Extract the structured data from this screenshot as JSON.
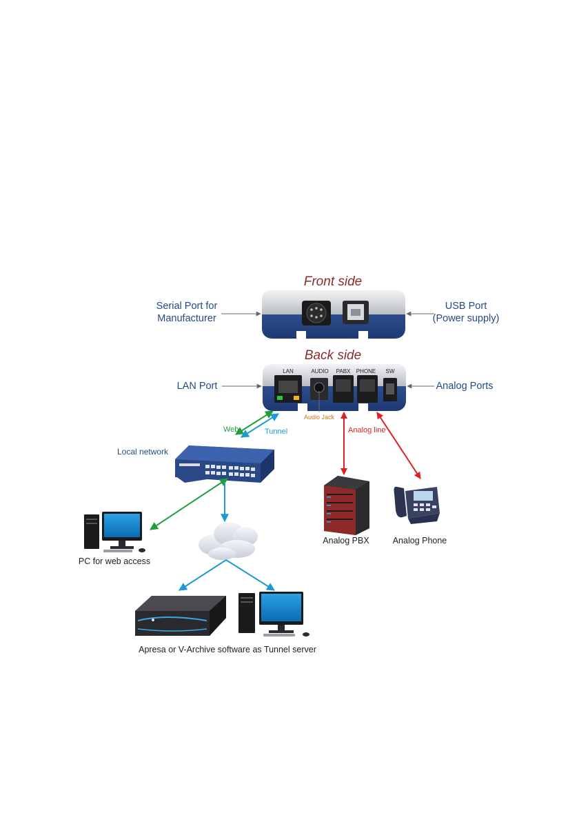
{
  "front": {
    "title": "Front side",
    "left_label": [
      "Serial Port for",
      "Manufacturer"
    ],
    "right_label": [
      "USB Port",
      "(Power supply)"
    ]
  },
  "back": {
    "title": "Back side",
    "left_label": "LAN Port",
    "right_label": "Analog Ports",
    "ports": [
      "LAN",
      "AUDIO",
      "PABX",
      "PHONE",
      "SW"
    ],
    "audio_jack": "Audio Jack"
  },
  "links": {
    "web": "Web",
    "tunnel": "Tunnel",
    "analog_line": "Analog line"
  },
  "nodes": {
    "local_network": "Local network",
    "pc_web": "PC for web access",
    "analog_pbx": "Analog PBX",
    "analog_phone": "Analog Phone",
    "tunnel_server": "Apresa or V-Archive software as Tunnel server"
  },
  "colors": {
    "device_blue": "#2b4a8c",
    "device_silver": "#d6d9de",
    "web_green": "#1f9e3a",
    "tunnel_cyan": "#1c9ad6",
    "analog_red": "#e02020",
    "label_blue": "#234a86",
    "title_red": "#8b2a2a"
  }
}
